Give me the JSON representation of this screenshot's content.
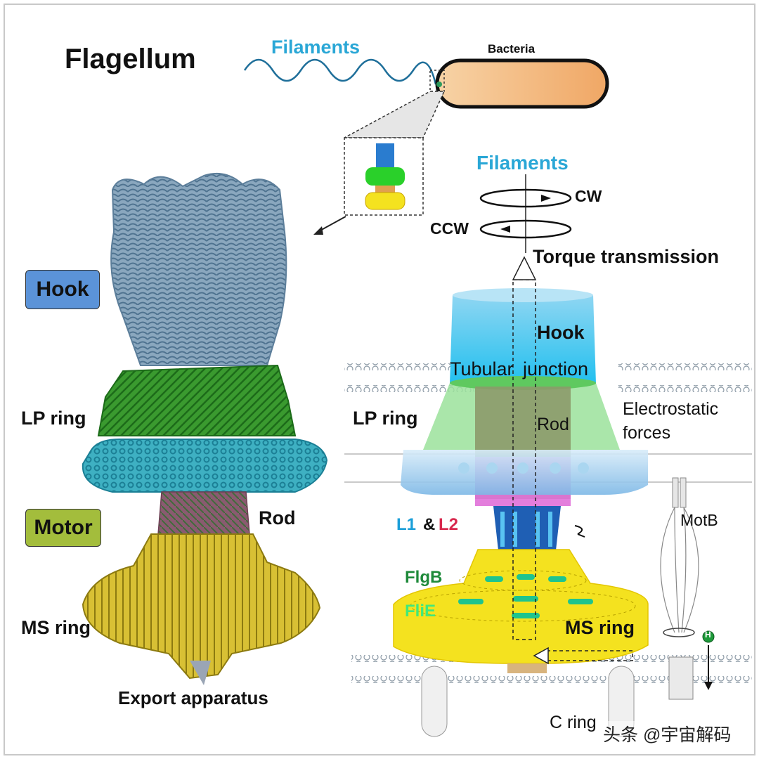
{
  "title": "Flagellum",
  "top": {
    "filaments_label": "Filaments",
    "bacteria_label": "Bacteria"
  },
  "left": {
    "hook_box": "Hook",
    "lp_ring": "LP ring",
    "motor_box": "Motor",
    "rod": "Rod",
    "ms_ring": "MS ring",
    "export": "Export apparatus"
  },
  "right": {
    "filaments": "Filaments",
    "cw": "CW",
    "ccw": "CCW",
    "torque": "Torque transmission",
    "hook": "Hook",
    "tubular": "Tubular",
    "junction": "junction",
    "lp_ring": "LP ring",
    "rod": "Rod",
    "electrostatic_line1": "Electrostatic",
    "electrostatic_line2": "forces",
    "l1": "L1",
    "amp": "&",
    "l2": "L2",
    "motb": "MotB",
    "flgb": "FlgB",
    "flie": "FliE",
    "ms_ring": "MS ring",
    "h_plus": "H",
    "c_ring": "C ring"
  },
  "watermark": "头条 @宇宙解码",
  "colors": {
    "filament_text": "#2aa7d6",
    "hook_box": "#5b93d8",
    "motor_box": "#a3bd3c",
    "l1": "#1a9ed8",
    "l2": "#d8284d",
    "flgb": "#1e8a3a",
    "flie": "#42e87a"
  }
}
